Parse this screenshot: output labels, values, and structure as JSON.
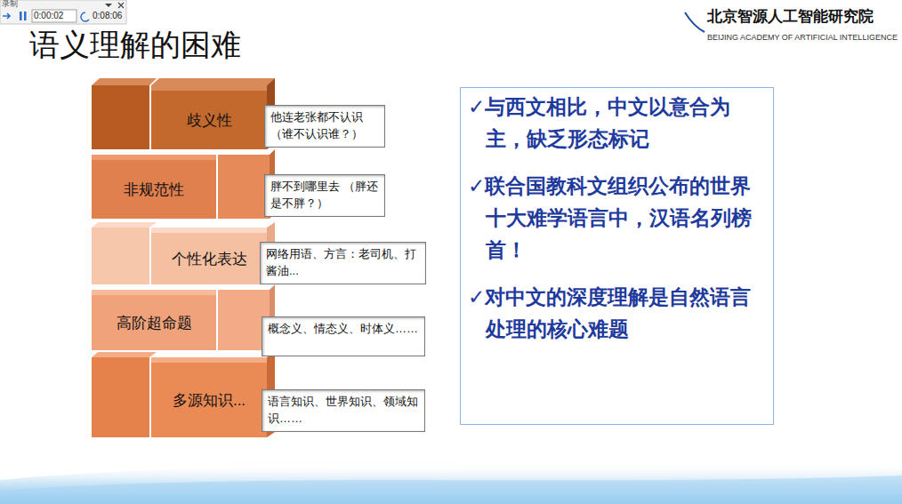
{
  "diagram": {
    "title": "语义理解的困难",
    "nodes": [
      {
        "text": [
          "歧义性"
        ]
      },
      {
        "text": [
          "他连老张都不认识 （谁不认识谁？）"
        ]
      },
      {
        "text": [
          "非规范性"
        ]
      },
      {
        "text": [
          "胖不到哪里去 （胖还是不胖？）"
        ]
      },
      {
        "text": [
          "个性化表达"
        ]
      },
      {
        "text": [
          "网络用语、方言：老司机、打酱油..."
        ]
      },
      {
        "text": [
          "高阶超命题"
        ]
      },
      {
        "text": [
          "概念义、情态义、时体义……"
        ]
      },
      {
        "text": [
          "多源知识..."
        ]
      },
      {
        "text": [
          "语言知识、世界知识、领域知识……"
        ]
      },
      {
        "text": [
          "✓与西文相比，中文以意合为主，缺乏形态标记",
          "✓联合国教科文组织公布的世界十大难学语言中，汉语名列榜首！",
          "✓对中文的深度理解是自然语言处理的核心难题"
        ]
      }
    ],
    "labels": [
      "录制",
      "0:00:02",
      "0:08:06",
      "北京智源人工智能研究院",
      "BEIJING ACADEMY OF ARTIFICIAL INTELLIGENCE"
    ]
  }
}
